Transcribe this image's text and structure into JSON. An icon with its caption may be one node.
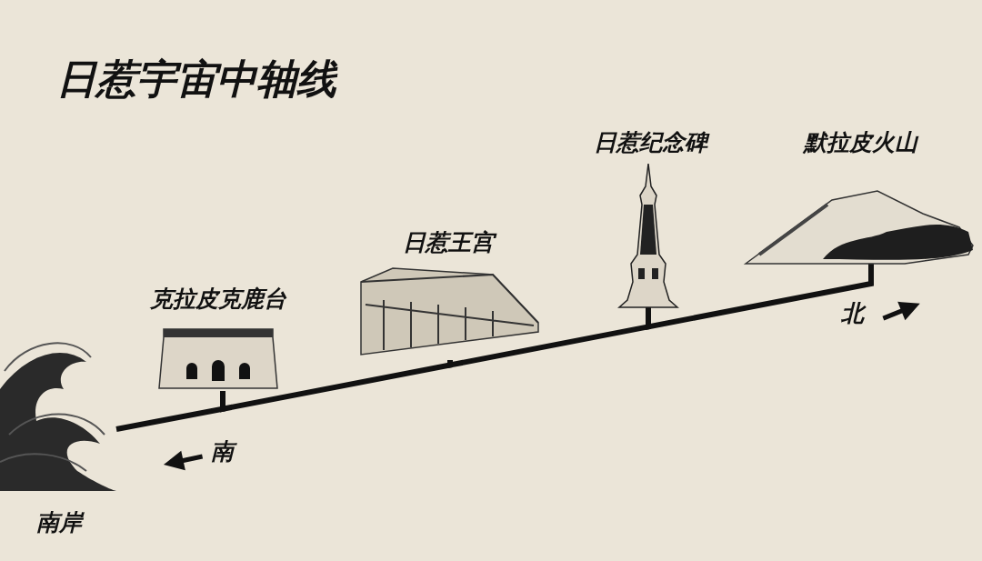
{
  "diagram": {
    "title": "日惹宇宙中轴线",
    "nodes": [
      {
        "text": [
          "南岸"
        ]
      },
      {
        "text": [
          "克拉皮克鹿台"
        ]
      },
      {
        "text": [
          "日惹王宫"
        ]
      },
      {
        "text": [
          "日惹纪念碑"
        ]
      },
      {
        "text": [
          "默拉皮火山"
        ]
      }
    ],
    "edges": [
      {
        "from": 0,
        "to": 1,
        "arrow": "none"
      },
      {
        "from": 1,
        "to": 2,
        "arrow": "none"
      },
      {
        "from": 2,
        "to": 3,
        "arrow": "none"
      },
      {
        "from": 3,
        "to": 4,
        "arrow": "none"
      }
    ],
    "labels": [
      "南",
      "北"
    ]
  }
}
